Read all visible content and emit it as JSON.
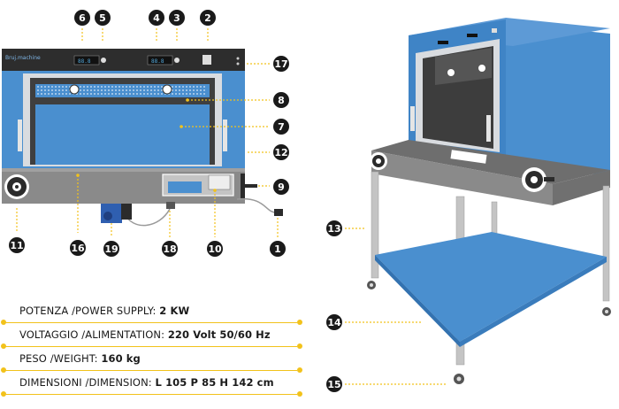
{
  "brand": "Bruj.machine",
  "callouts": [
    "1",
    "2",
    "3",
    "4",
    "5",
    "6",
    "7",
    "8",
    "9",
    "10",
    "11",
    "12",
    "13",
    "14",
    "15",
    "16",
    "17",
    "18",
    "19"
  ],
  "specs": [
    {
      "label": "POTENZA /POWER SUPPLY:",
      "value": "2 KW"
    },
    {
      "label": "VOLTAGGIO /ALIMENTATION:",
      "value": "220 Volt 50/60 Hz"
    },
    {
      "label": "PESO /WEIGHT:",
      "value": "160 kg"
    },
    {
      "label": "DIMENSIONI /DIMENSION:",
      "value": "L 105 P 85 H 142 cm"
    }
  ],
  "colors": {
    "blue": "#4a8fcf",
    "dark_blue": "#2f6fae",
    "dark": "#2b2b2b",
    "gray": "#8a8a8a",
    "yellow": "#f2c21b"
  }
}
